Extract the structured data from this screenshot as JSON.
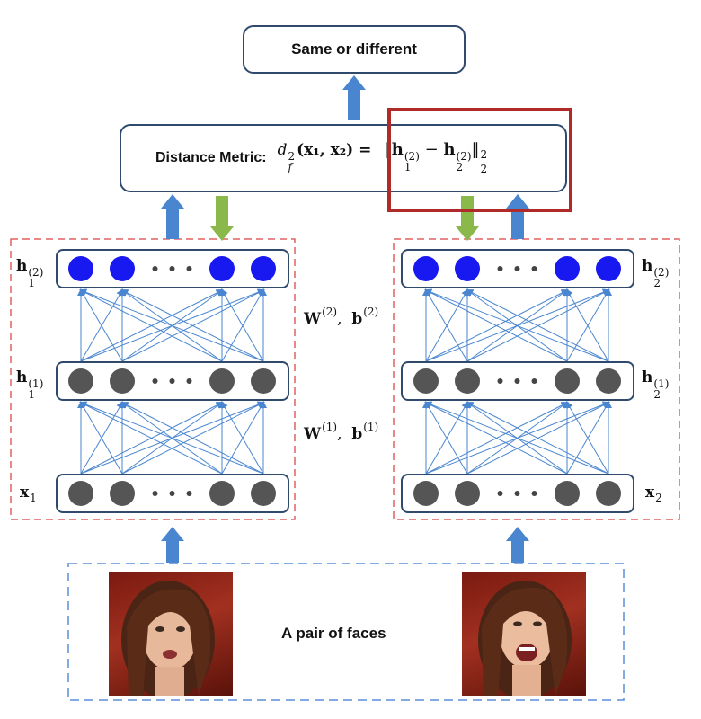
{
  "top_box": {
    "label": "Same or different"
  },
  "distance_box": {
    "label": "Distance Metric:",
    "formula_lhs": "d",
    "formula_lhs_sup": "2",
    "formula_lhs_sub": "f",
    "formula_args": "(x₁, x₂) =",
    "norm_h1": "h",
    "norm_h1_sub": "1",
    "norm_h1_sup": "(2)",
    "norm_minus": "−",
    "norm_h2": "h",
    "norm_h2_sub": "2",
    "norm_h2_sup": "(2)",
    "norm_power": "2",
    "norm_index": "2"
  },
  "weights": {
    "w2": "W",
    "w2_sup": "(2)",
    "b2": "b",
    "b2_sup": "(2)",
    "w1": "W",
    "w1_sup": "(1)",
    "b1": "b",
    "b1_sup": "(1)"
  },
  "left_network": {
    "h2_label": "h",
    "h2_sub": "1",
    "h2_sup": "(2)",
    "h1_label": "h",
    "h1_sub": "1",
    "h1_sup": "(1)",
    "x_label": "x",
    "x_sub": "1"
  },
  "right_network": {
    "h2_label": "h",
    "h2_sub": "2",
    "h2_sup": "(2)",
    "h1_label": "h",
    "h1_sub": "2",
    "h1_sup": "(1)",
    "x_label": "x",
    "x_sub": "2"
  },
  "faces_box": {
    "label": "A pair of faces"
  },
  "colors": {
    "box_border": "#2f4a6d",
    "blue_node": "#1818f0",
    "gray_node": "#555555",
    "arrow_blue": "#4a86d0",
    "arrow_green": "#8ab84a",
    "dashed_red": "#e06060",
    "dashed_blue": "#5a8fd8",
    "highlight": "#b02a2a"
  }
}
